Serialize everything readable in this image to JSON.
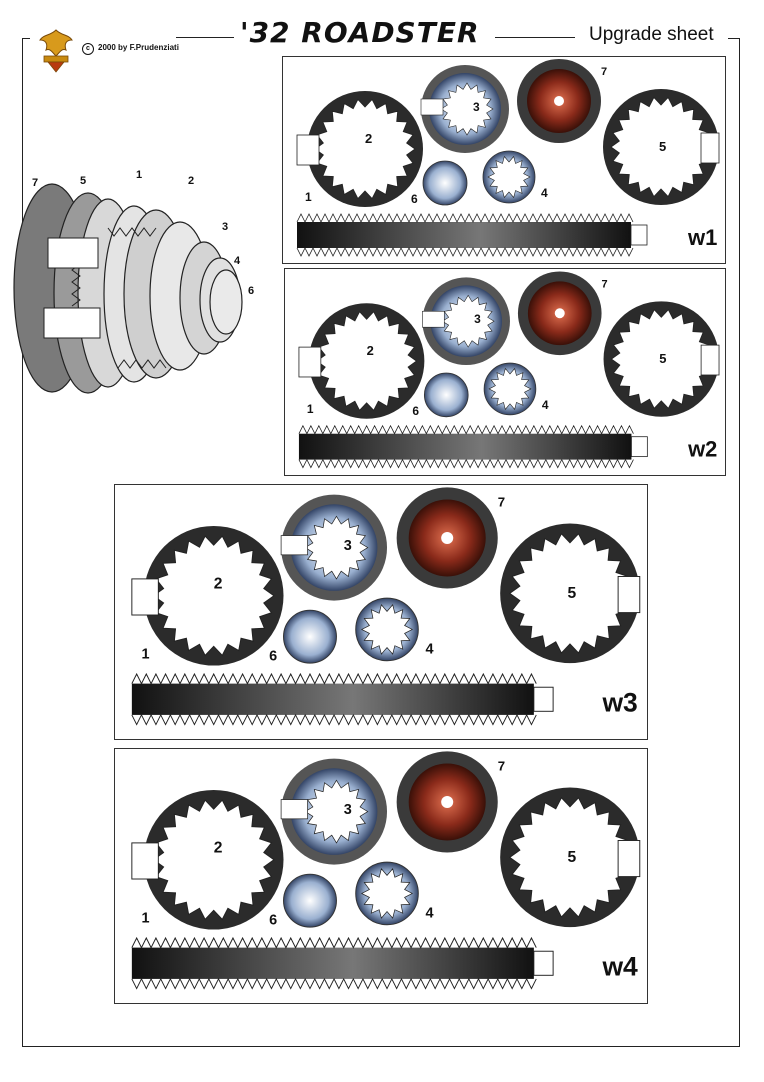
{
  "header": {
    "title": "'32 ROADSTER",
    "subtitle": "Upgrade sheet",
    "copyright_symbol": "c",
    "copyright": "2000 by F.Prudenziati"
  },
  "assembly": {
    "labels": [
      "7",
      "5",
      "1",
      "2",
      "3",
      "4",
      "6"
    ]
  },
  "sheets": [
    {
      "name": "w1",
      "labels": {
        "p1": "1",
        "p2": "2",
        "p3": "3",
        "p4": "4",
        "p5": "5",
        "p6": "6",
        "p7": "7"
      }
    },
    {
      "name": "w2",
      "labels": {
        "p1": "1",
        "p2": "2",
        "p3": "3",
        "p4": "4",
        "p5": "5",
        "p6": "6",
        "p7": "7"
      }
    },
    {
      "name": "w3",
      "labels": {
        "p1": "1",
        "p2": "2",
        "p3": "3",
        "p4": "4",
        "p5": "5",
        "p6": "6",
        "p7": "7"
      }
    },
    {
      "name": "w4",
      "labels": {
        "p1": "1",
        "p2": "2",
        "p3": "3",
        "p4": "4",
        "p5": "5",
        "p6": "6",
        "p7": "7"
      }
    }
  ],
  "colors": {
    "tire": "#2b2b2b",
    "rim_red": "#8a2a1a",
    "chrome": "#9ab0d0",
    "line": "#222222"
  }
}
